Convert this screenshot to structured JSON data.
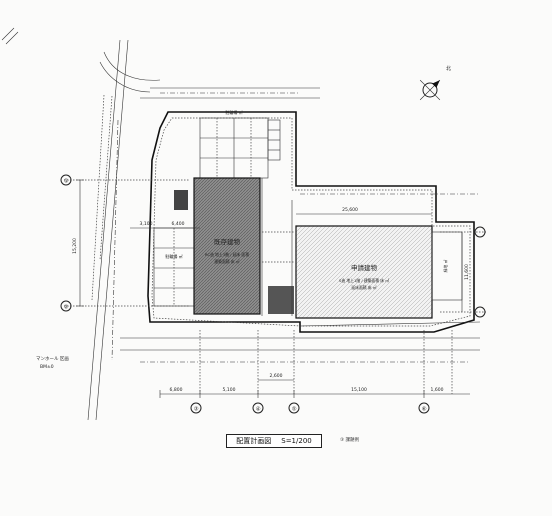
{
  "drawing": {
    "title": "配置計画図",
    "scale": "S=1/200",
    "stamp": "③ 課題例"
  },
  "buildings": {
    "existing": {
      "name": "既存建物",
      "sub": "RC造 地上3階 / 延床 面積",
      "sub2": "建築面積 床 ㎡"
    },
    "new": {
      "name": "申請建物",
      "sub": "S造 地上1階 / 建築面積 床 ㎡",
      "sub2": "延床面積 床 ㎡"
    },
    "parking_upper": "駐輪場 ㎡",
    "parking_left": "駐輪場 ㎡",
    "green": "緑地 ㎡"
  },
  "labels": {
    "manhole": "マンホール 区画",
    "bm": "BM±0",
    "north": "北"
  },
  "grid_markers": {
    "a": "①",
    "b": "②",
    "c": "③",
    "d": "④",
    "e": "⑤",
    "f": "⑥"
  },
  "dimensions": {
    "d1": "6,800",
    "d2": "5,100",
    "d3": "2,600",
    "d4": "15,100",
    "d5": "6,400",
    "d6": "3,100",
    "d7": "25,600",
    "d8": "15,200",
    "d9": "11,600",
    "d10": "1,600"
  }
}
